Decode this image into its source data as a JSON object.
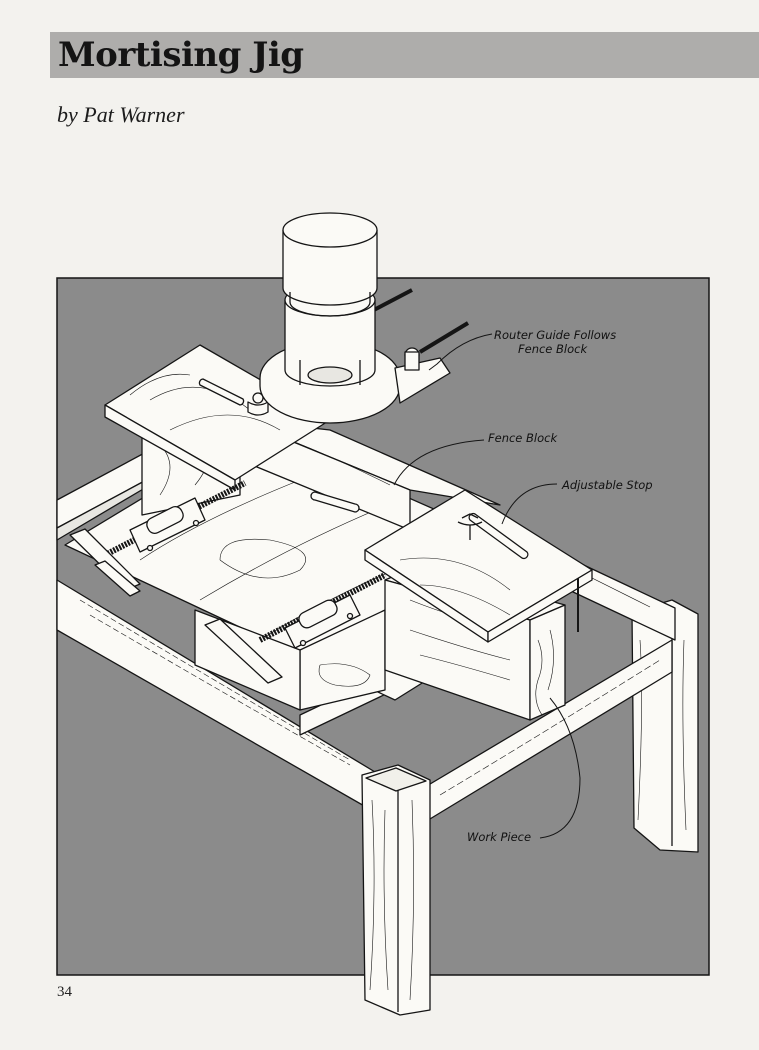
{
  "article": {
    "title": "Mortising Jig",
    "byline": "by Pat Warner",
    "page_number": "34"
  },
  "figure": {
    "callouts": {
      "router_guide_line1": "Router Guide Follows",
      "router_guide_line2": "Fence Block",
      "fence_block": "Fence Block",
      "adjustable_stop": "Adjustable Stop",
      "work_piece": "Work Piece"
    },
    "colors": {
      "panel_background": "#8b8b8b",
      "wood": "#fbfaf6",
      "ink": "#151515"
    }
  }
}
